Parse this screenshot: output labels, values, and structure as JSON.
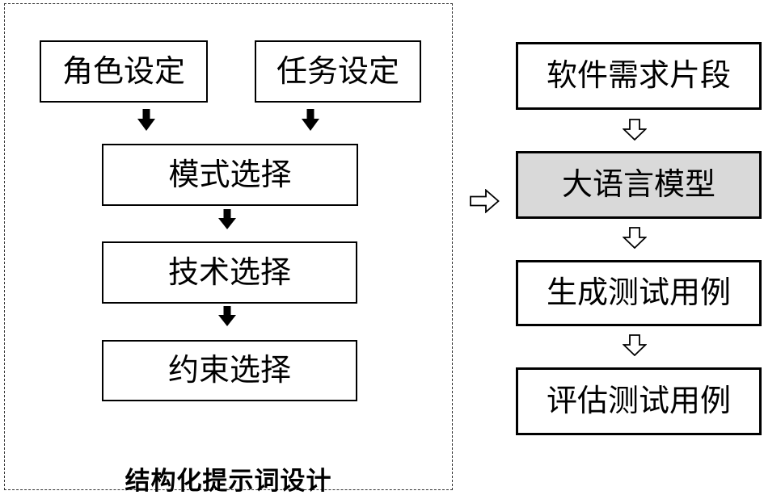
{
  "diagram": {
    "left_panel": {
      "caption": "结构化提示词设计",
      "boxes": [
        {
          "id": "role",
          "label": "角色设定"
        },
        {
          "id": "task",
          "label": "任务设定"
        },
        {
          "id": "mode",
          "label": "模式选择"
        },
        {
          "id": "tech",
          "label": "技术选择"
        },
        {
          "id": "constraint",
          "label": "约束选择"
        }
      ]
    },
    "right_flow": {
      "boxes": [
        {
          "id": "requirement",
          "label": "软件需求片段"
        },
        {
          "id": "llm",
          "label": "大语言模型"
        },
        {
          "id": "generate",
          "label": "生成测试用例"
        },
        {
          "id": "evaluate",
          "label": "评估测试用例"
        }
      ]
    },
    "colors": {
      "background": "#ffffff",
      "box_border": "#000000",
      "llm_box_fill": "#d9d9d9",
      "dashed_border": "#333333"
    },
    "icons": [
      "solid-down-arrow-icon",
      "hollow-down-arrow-icon",
      "hollow-right-arrow-icon"
    ]
  }
}
